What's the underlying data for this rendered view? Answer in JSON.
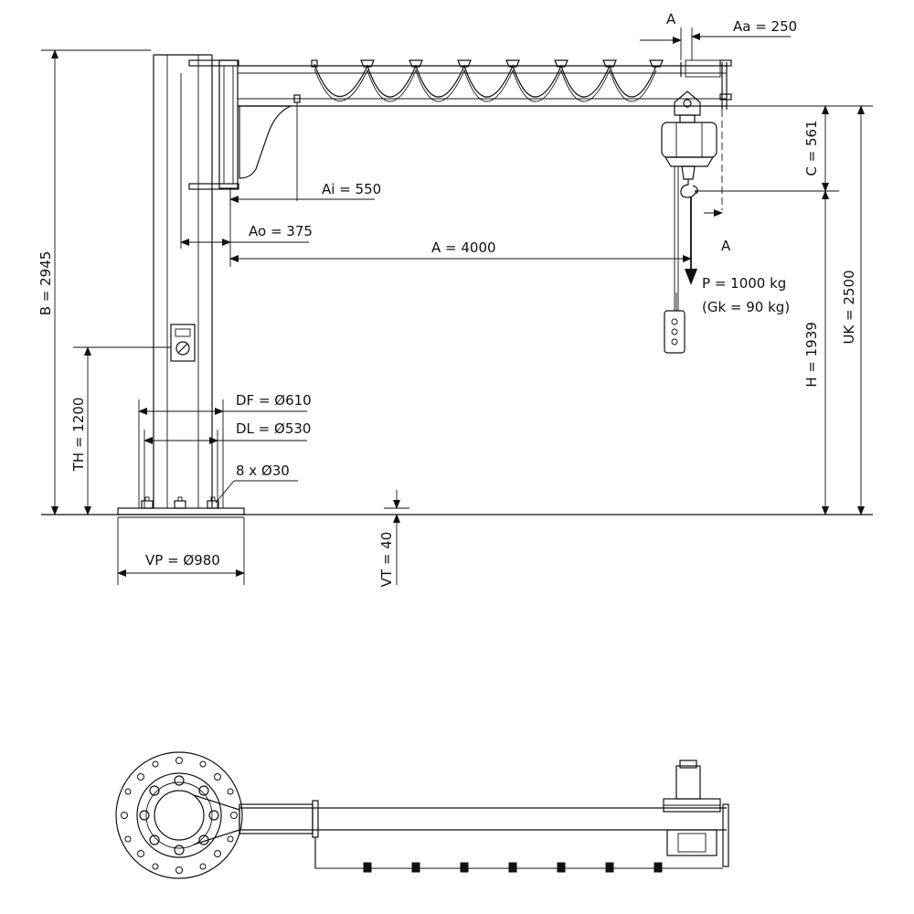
{
  "labels": {
    "section_a_top": "A",
    "aa": "Aa = 250",
    "ai": "Ai = 550",
    "ao": "Ao = 375",
    "a": "A = 4000",
    "section_a_bottom": "A",
    "p": "P = 1000 kg",
    "gk": "(Gk = 90 kg)",
    "c": "C = 561",
    "b": "B = 2945",
    "uk": "UK = 2500",
    "h": "H = 1939",
    "th": "TH = 1200",
    "df": "DF = Ø610",
    "dl": "DL = Ø530",
    "bolts": "8 x Ø30",
    "vp": "VP = Ø980",
    "vt": "VT = 40"
  }
}
